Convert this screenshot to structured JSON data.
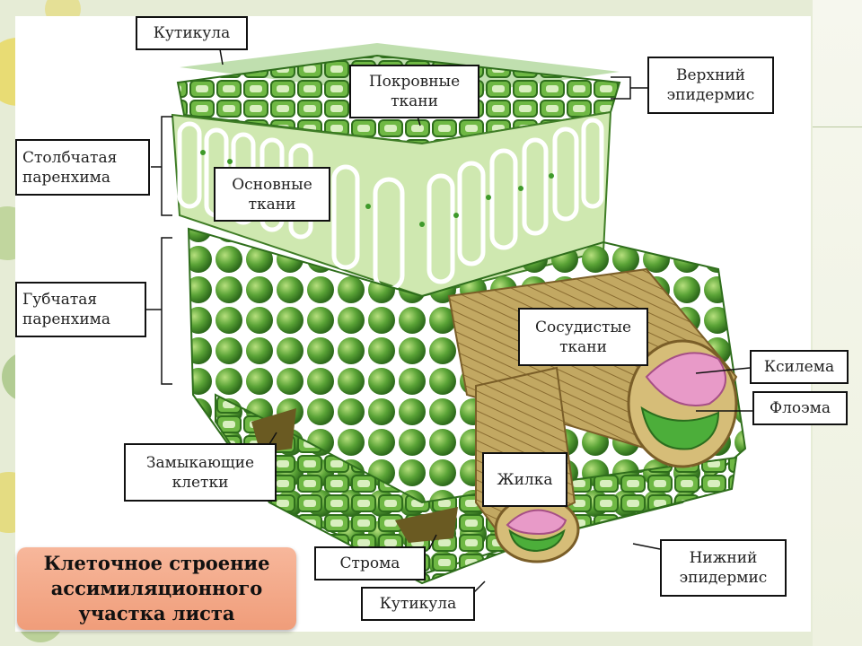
{
  "title": "Клеточное строение\nассимиляционного\nучастка листа",
  "labels": {
    "cuticle_top": "Кутикула",
    "integumentary": "Покровные\nткани",
    "upper_epidermis": "Верхний\nэпидермис",
    "palisade": "Столбчатая\nпаренхима",
    "ground_tissue": "Основные\nткани",
    "spongy": "Губчатая\nпаренхима",
    "vascular": "Сосудистые\nткани",
    "xylem": "Ксилема",
    "phloem": "Флоэма",
    "guard_cells": "Замыкающие\nклетки",
    "vein": "Жилка",
    "stroma": "Строма",
    "cuticle_bottom": "Кутикула",
    "lower_epidermis": "Нижний\nэпидермис"
  },
  "colors": {
    "cell_green": "#4f9a2e",
    "cell_light": "#8cc85a",
    "vein_tan": "#b89a52",
    "xylem_pink": "#e89ac8",
    "phloem_green": "#4cae3a",
    "title_bg": "#f3a784"
  }
}
